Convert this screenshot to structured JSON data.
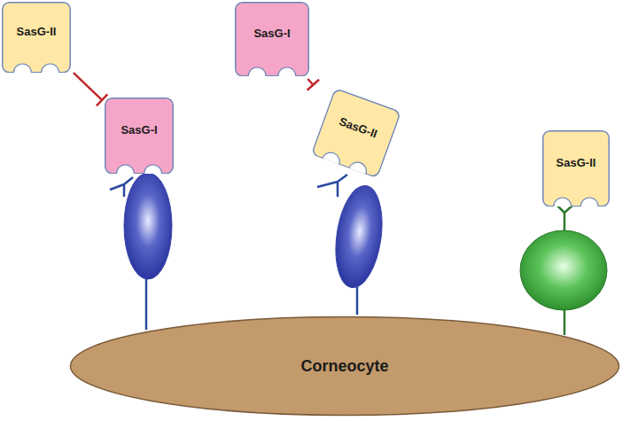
{
  "diagram": {
    "nodes": [
      {
        "text": [
          "SasG-II"
        ]
      },
      {
        "text": [
          "SasG-I"
        ]
      },
      {
        "text": [
          "SasG-I"
        ]
      },
      {
        "text": [
          "SasG-II"
        ]
      },
      {
        "text": [
          "SasG-II"
        ]
      },
      {
        "text": [
          "Corneocyte"
        ]
      }
    ],
    "edges": [
      {
        "from": 0,
        "to": 2,
        "arrow": "to"
      },
      {
        "from": 1,
        "to": 3,
        "arrow": "to"
      }
    ]
  }
}
